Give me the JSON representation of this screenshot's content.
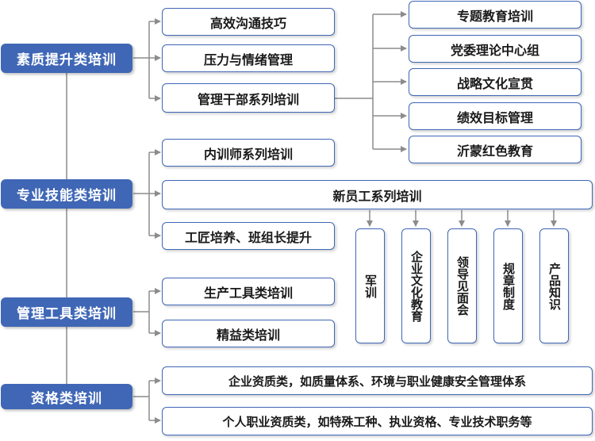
{
  "categories": {
    "quality": "素质提升类培训",
    "skills": "专业技能类培训",
    "tools": "管理工具类培训",
    "qualification": "资格类培训"
  },
  "quality_items": {
    "communication": "高效沟通技巧",
    "stress": "压力与情绪管理",
    "cadre": "管理干部系列培训"
  },
  "cadre_items": {
    "thematic": "专题教育培训",
    "party": "党委理论中心组",
    "strategy": "战略文化宣贯",
    "performance": "绩效目标管理",
    "red": "沂蒙红色教育"
  },
  "skills_items": {
    "trainer": "内训师系列培训",
    "newstaff": "新员工系列培训",
    "craftsman": "工匠培养、班组长提升"
  },
  "newstaff_items": {
    "military": "军训",
    "culture": "企业文化教育",
    "leaders": "领导见面会",
    "rules": "规章制度",
    "product": "产品知识"
  },
  "tools_items": {
    "production": "生产工具类培训",
    "lean": "精益类培训"
  },
  "qualification_items": {
    "enterprise": "企业资质类，如质量体系、环境与职业健康安全管理体系",
    "personal": "个人职业资质类，如特殊工种、执业资格、专业技术职务等"
  },
  "colors": {
    "primary": "#3f67b5",
    "connector": "#8c8c8c",
    "box_fill": "#ffffff"
  }
}
